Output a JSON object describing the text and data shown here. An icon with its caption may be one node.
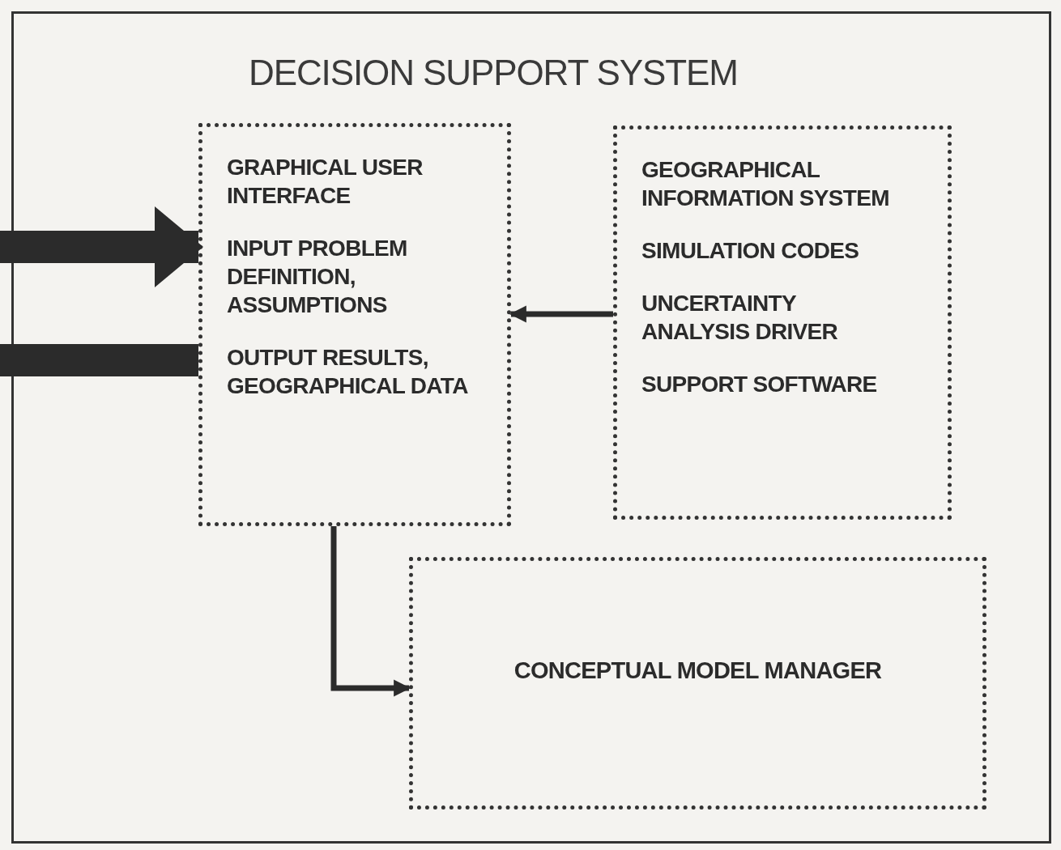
{
  "diagram": {
    "nodes": [
      {
        "text": [
          "DECISION SUPPORT SYSTEM"
        ]
      },
      {
        "text": [
          "GRAPHICAL USER INTERFACE",
          "INPUT PROBLEM DEFINITION, ASSUMPTIONS",
          "OUTPUT RESULTS, GEOGRAPHICAL DATA"
        ],
        "in": 0
      },
      {
        "text": [
          "GEOGRAPHICAL INFORMATION SYSTEM",
          "SIMULATION CODES",
          "UNCERTAINTY ANALYSIS DRIVER",
          "SUPPORT SOFTWARE"
        ],
        "in": 0
      },
      {
        "text": [
          "CONCEPTUAL MODEL MANAGER"
        ],
        "in": 0
      }
    ],
    "edges": [
      {
        "from": null,
        "to": 1,
        "arrow": "to",
        "style": "thick"
      },
      {
        "from": 1,
        "to": null,
        "arrow": "none",
        "style": "thick"
      },
      {
        "from": 2,
        "to": 1,
        "arrow": "to"
      },
      {
        "from": 1,
        "to": 3,
        "arrow": "to"
      }
    ]
  }
}
